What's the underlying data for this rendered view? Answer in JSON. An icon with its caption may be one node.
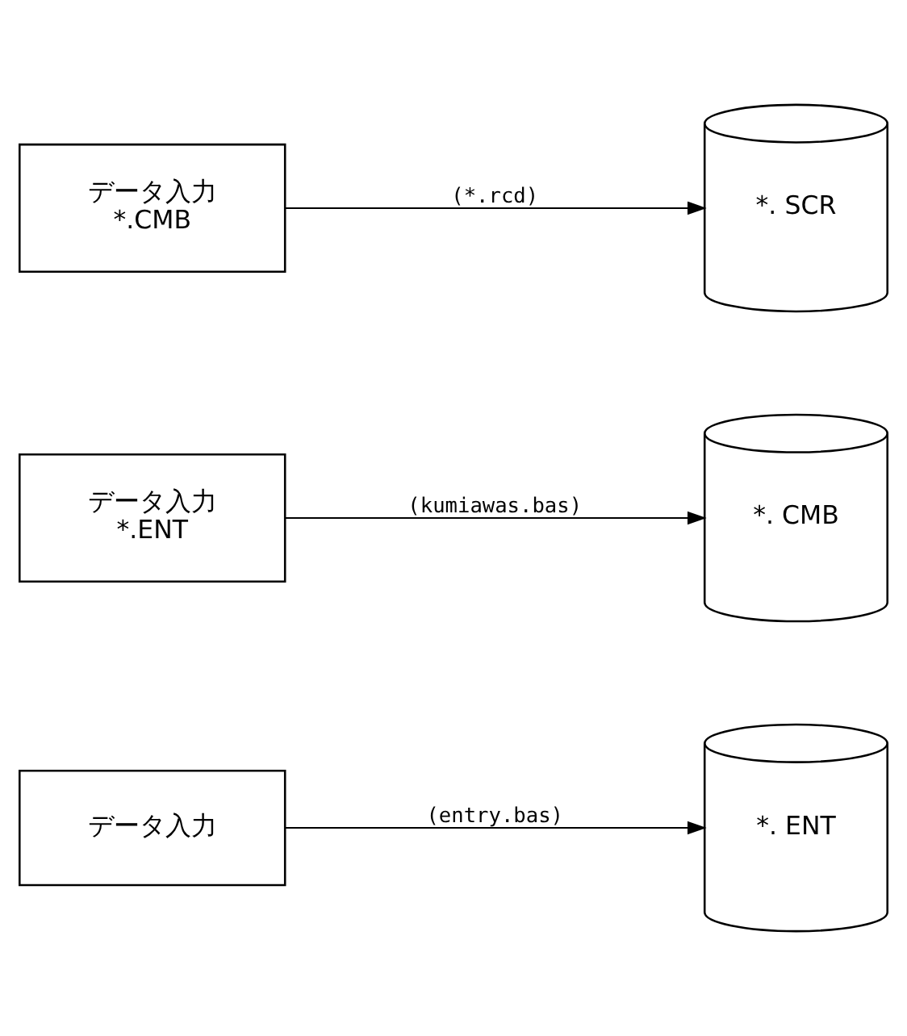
{
  "diagram": {
    "nodes": [
      {
        "text": [
          "データ入力"
        ]
      },
      {
        "text": [
          "*. ENT"
        ]
      },
      {
        "text": [
          "データ入力",
          "*.ENT"
        ]
      },
      {
        "text": [
          "*. CMB"
        ]
      },
      {
        "text": [
          "データ入力",
          "*.CMB"
        ]
      },
      {
        "text": [
          "*. SCR"
        ]
      }
    ],
    "edges": [
      {
        "from": 0,
        "to": 1,
        "arrow": "to",
        "label": "(entry.bas)"
      },
      {
        "from": 2,
        "to": 3,
        "arrow": "to",
        "label": "(kumiawas.bas)"
      },
      {
        "from": 4,
        "to": 5,
        "arrow": "to",
        "label": "(*.rcd)"
      }
    ]
  }
}
